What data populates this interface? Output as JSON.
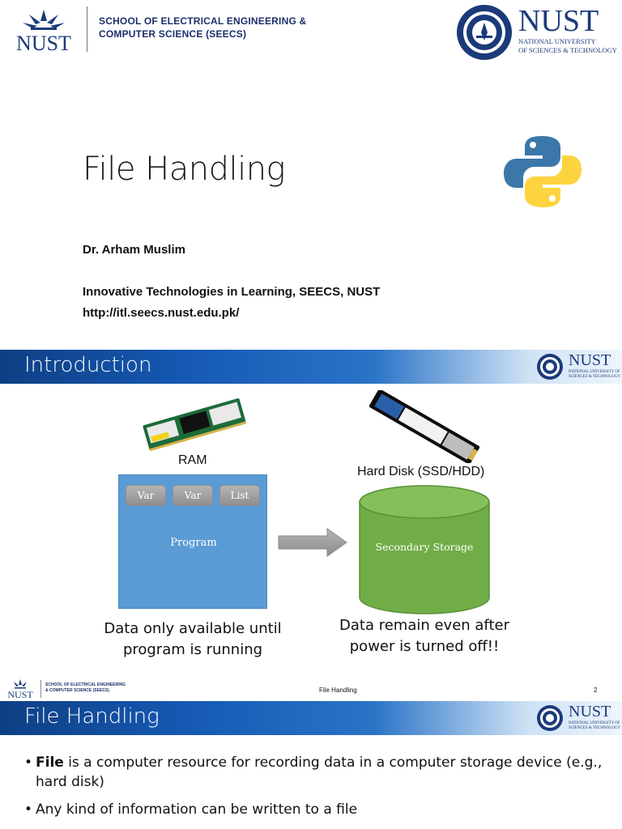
{
  "slide1": {
    "school_line1": "SCHOOL OF ELECTRICAL ENGINEERING &",
    "school_line2": "COMPUTER SCIENCE (SEECS)",
    "logo_text": "NUST",
    "nust_title": "NUST",
    "nust_sub1": "NATIONAL UNIVERSITY",
    "nust_sub2": "OF SCIENCES & TECHNOLOGY",
    "title": "File Handling",
    "author": "Dr. Arham Muslim",
    "org": "Innovative Technologies in Learning, SEECS, NUST",
    "url": "http://itl.seecs.nust.edu.pk/"
  },
  "slide2": {
    "header_title": "Introduction",
    "header_nust": "NUST",
    "header_nust_sub": "NATIONAL UNIVERSITY OF SCIENCES & TECHNOLOGY",
    "ram_label": "RAM",
    "hdd_label": "Hard Disk (SSD/HDD)",
    "vars": [
      "Var",
      "Var",
      "List"
    ],
    "program_label": "Program",
    "storage_label": "Secondary Storage",
    "caption_left": "Data only available until program is running",
    "caption_right": "Data remain even after power is turned off!!",
    "footer_logo": "NUST",
    "footer_school": "SCHOOL OF ELECTRICAL ENGINEERING & COMPUTER SCIENCE (SEECS)",
    "footer_title": "File Handling",
    "footer_page": "2"
  },
  "slide3": {
    "header_title": "File Handling",
    "header_nust": "NUST",
    "header_nust_sub": "NATIONAL UNIVERSITY OF SCIENCES & TECHNOLOGY",
    "bullet1_bold": "File",
    "bullet1_rest": " is a computer resource for recording data in a computer storage device (e.g., hard disk)",
    "bullet2": "Any kind of information can be written to a file"
  },
  "colors": {
    "nust_blue": "#1b3a7a",
    "header_blue": "#1559b3",
    "program_blue": "#5b9bd5",
    "storage_green": "#70ad47"
  }
}
